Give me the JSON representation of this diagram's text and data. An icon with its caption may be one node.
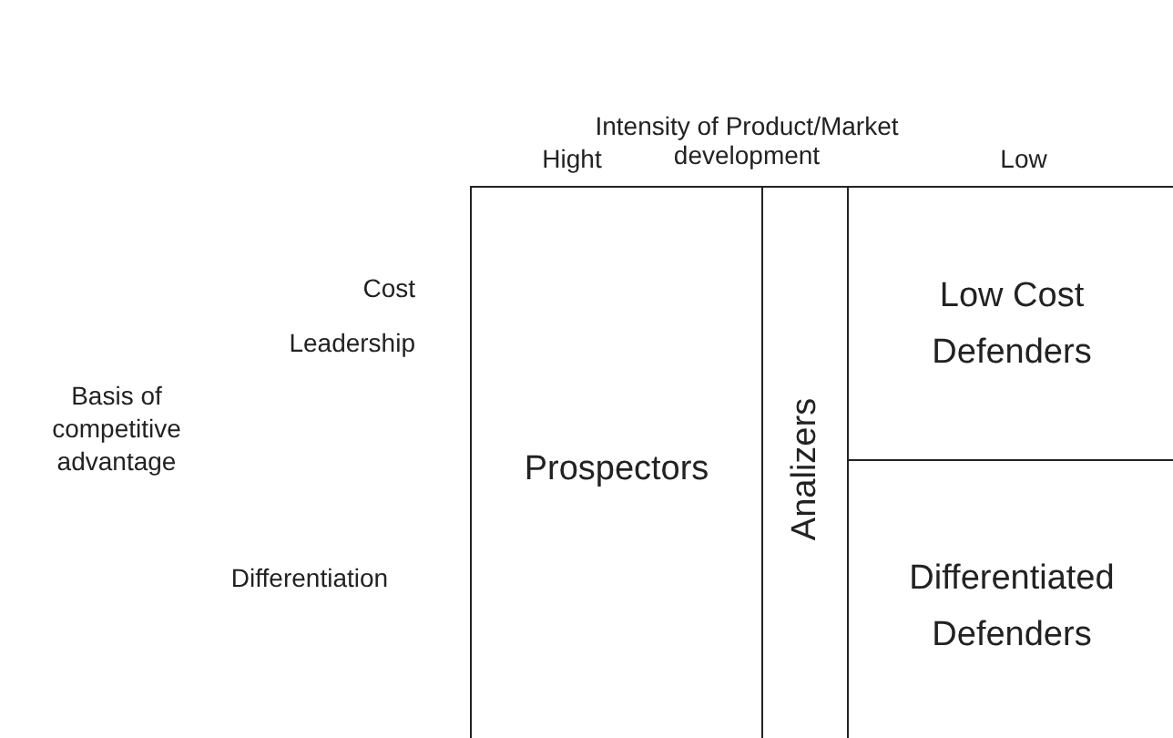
{
  "diagram": {
    "nodes": [
      {
        "text": [
          "Prospectors"
        ]
      },
      {
        "text": [
          "Analizers"
        ]
      },
      {
        "text": [
          "Low Cost Defenders"
        ]
      },
      {
        "text": [
          "Differentiated Defenders"
        ]
      }
    ],
    "labels": [
      "Intensity of Product/Market development",
      "Hight",
      "Low",
      "Cost Leadership",
      "Basis of competitive advantage",
      "Differentiation"
    ]
  }
}
